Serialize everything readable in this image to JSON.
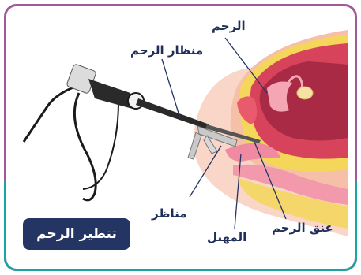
{
  "labels": {
    "uterus": "الرحم",
    "hysteroscope": "منظار الرحم",
    "cervix": "عنق الرحم",
    "vagina": "المهبل",
    "speculum": "مناظر"
  },
  "badge": "تنظير الرحم",
  "colors": {
    "navy": "#243463",
    "frame_top": "#a05a97",
    "frame_bottom": "#1aa5a0",
    "skin": "#f7c7b5",
    "fat": "#f5d85a",
    "uterus": "#c9394e",
    "uterus_dark": "#8e2035"
  }
}
